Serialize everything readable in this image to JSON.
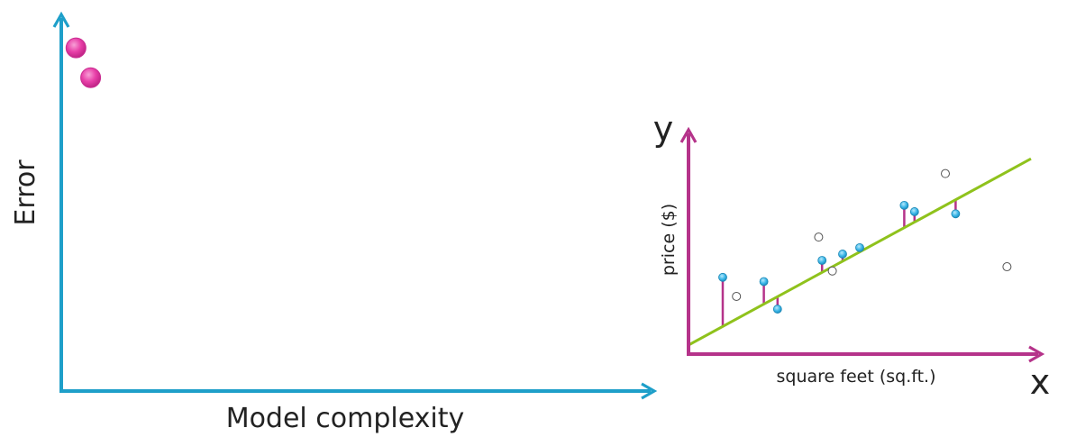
{
  "chart_data": [
    {
      "type": "scatter",
      "xlabel": "Model complexity",
      "ylabel": "Error",
      "colors": {
        "axis": "#1e9fc9",
        "points": "#e83fa8"
      },
      "series": [
        {
          "x": [
            1,
            2
          ],
          "y": [
            9.2,
            8.4
          ]
        }
      ],
      "xlim": [
        0,
        40
      ],
      "ylim": [
        0,
        10
      ]
    },
    {
      "type": "scatter",
      "xlabel": "square feet (sq.ft.)",
      "ylabel": "price ($)",
      "x_var": "x",
      "y_var": "y",
      "colors": {
        "axis": "#b5338a",
        "fit_line": "#8fc21c",
        "residual": "#b5338a",
        "train_points": "#3bb6e8",
        "other_points": "#ffffff"
      },
      "fit_line": {
        "x": [
          0,
          100
        ],
        "y": [
          0,
          88
        ]
      },
      "training_points": {
        "x": [
          10,
          22,
          26,
          39,
          45,
          50,
          63,
          66,
          78
        ],
        "y": [
          32,
          30,
          17,
          40,
          43,
          46,
          66,
          63,
          62
        ]
      },
      "other_points": {
        "x": [
          14,
          38,
          42,
          75,
          93
        ],
        "y": [
          23,
          51,
          35,
          81,
          37
        ]
      },
      "xlim": [
        0,
        100
      ],
      "ylim": [
        0,
        100
      ]
    }
  ]
}
